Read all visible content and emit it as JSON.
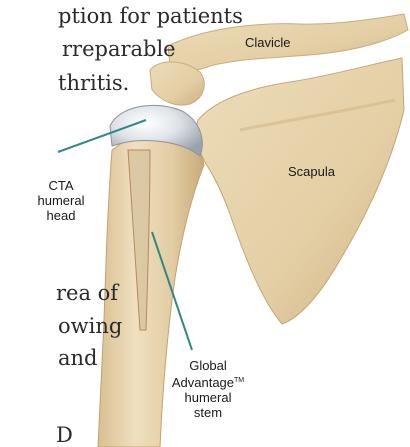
{
  "text_fragments": {
    "line1": "ption for patients",
    "line2": "rreparable",
    "line3": "thritis.",
    "line4": "rea of",
    "line5": "owing",
    "line6": "and",
    "line7": "D "
  },
  "labels": {
    "clavicle": "Clavicle",
    "scapula": "Scapula",
    "cta_head": [
      "CTA",
      "humeral",
      "head"
    ],
    "stem": {
      "line1": "Global",
      "line2_main": "Advantage",
      "line2_mark": "TM",
      "line3": "humeral",
      "line4": "stem"
    }
  },
  "colors": {
    "bone": "#e6d2a8",
    "bone_shadow": "#c8ad7d",
    "leader_line": "#2d8a86",
    "implant": "#d9dde2"
  }
}
